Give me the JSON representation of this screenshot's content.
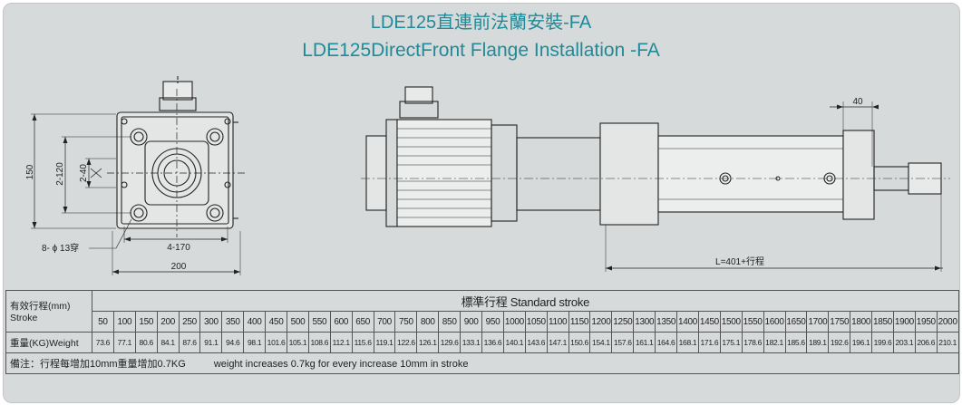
{
  "title_cn": "LDE125直連前法蘭安裝-FA",
  "title_en": "LDE125DirectFront Flange Installation -FA",
  "drawing": {
    "dim_150": "150",
    "dim_2_120": "2-120",
    "dim_2_40": "2-40",
    "dim_holes": "8- ϕ 13穿",
    "dim_4_170": "4-170",
    "dim_200": "200",
    "dim_40": "40",
    "dim_length": "L=401+行程"
  },
  "table": {
    "stroke_label_cn": "有效行程(mm)",
    "stroke_label_en": "Stroke",
    "header": "標準行程   Standard stroke",
    "weight_label": "重量(KG)Weight",
    "strokes": [
      "50",
      "100",
      "150",
      "200",
      "250",
      "300",
      "350",
      "400",
      "450",
      "500",
      "550",
      "600",
      "650",
      "700",
      "750",
      "800",
      "850",
      "900",
      "950",
      "1000",
      "1050",
      "1100",
      "1150",
      "1200",
      "1250",
      "1300",
      "1350",
      "1400",
      "1450",
      "1500",
      "1550",
      "1600",
      "1650",
      "1700",
      "1750",
      "1800",
      "1850",
      "1900",
      "1950",
      "2000"
    ],
    "weights": [
      "73.6",
      "77.1",
      "80.6",
      "84.1",
      "87.6",
      "91.1",
      "94.6",
      "98.1",
      "101.6",
      "105.1",
      "108.6",
      "112.1",
      "115.6",
      "119.1",
      "122.6",
      "126.1",
      "129.6",
      "133.1",
      "136.6",
      "140.1",
      "143.6",
      "147.1",
      "150.6",
      "154.1",
      "157.6",
      "161.1",
      "164.6",
      "168.1",
      "171.6",
      "175.1",
      "178.6",
      "182.1",
      "185.6",
      "189.1",
      "192.6",
      "196.1",
      "199.6",
      "203.1",
      "206.6",
      "210.1"
    ],
    "note_cn": "備注：行程每增加10mm重量增加0.7KG",
    "note_en": "weight increases 0.7kg for every increase 10mm in stroke"
  }
}
